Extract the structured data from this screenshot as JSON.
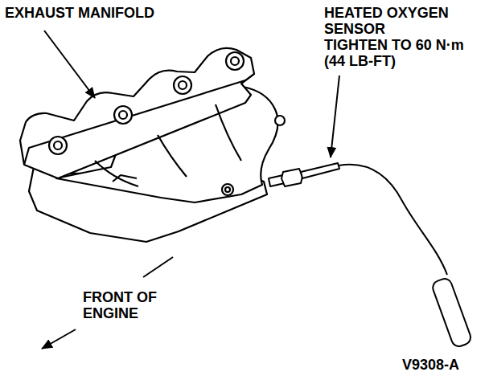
{
  "diagram": {
    "labels": [
      "EXHAUST MANIFOLD",
      "HEATED OXYGEN SENSOR",
      "TIGHTEN TO 60 N·m (44 LB-FT)",
      "FRONT OF ENGINE",
      "V9308-A"
    ]
  }
}
